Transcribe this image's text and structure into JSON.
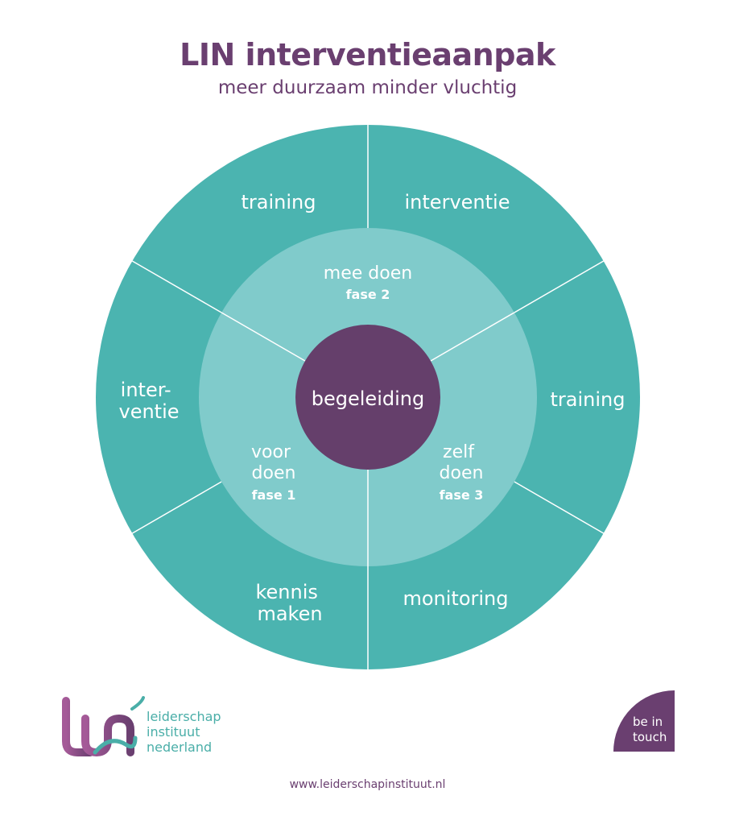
{
  "header": {
    "title": "LIN interventieaanpak",
    "subtitle": "meer duurzaam minder vluchtig"
  },
  "wheel": {
    "outer_segments": [
      {
        "lines": [
          "training"
        ]
      },
      {
        "lines": [
          "interventie"
        ]
      },
      {
        "lines": [
          "training"
        ]
      },
      {
        "lines": [
          "monitoring"
        ]
      },
      {
        "lines": [
          "kennis",
          "maken"
        ]
      },
      {
        "lines": [
          "inter-",
          "ventie"
        ]
      }
    ],
    "inner_segments": [
      {
        "lines": [
          "mee doen"
        ],
        "phase": "fase 2"
      },
      {
        "lines": [
          "zelf",
          "doen"
        ],
        "phase": "fase 3"
      },
      {
        "lines": [
          "voor",
          "doen"
        ],
        "phase": "fase 1"
      }
    ],
    "center": "begeleiding"
  },
  "logo": {
    "lines": [
      "leiderschap",
      "instituut",
      "nederland"
    ]
  },
  "contact": {
    "lines": [
      "be in",
      "touch"
    ]
  },
  "footer": {
    "website": "www.leiderschapinstituut.nl"
  },
  "colors": {
    "outer_ring": "#4bb4b0",
    "inner_ring": "#80cbcb",
    "center": "#653f6b",
    "brand_purple": "#6a3f70",
    "brand_teal": "#4aaea8"
  }
}
